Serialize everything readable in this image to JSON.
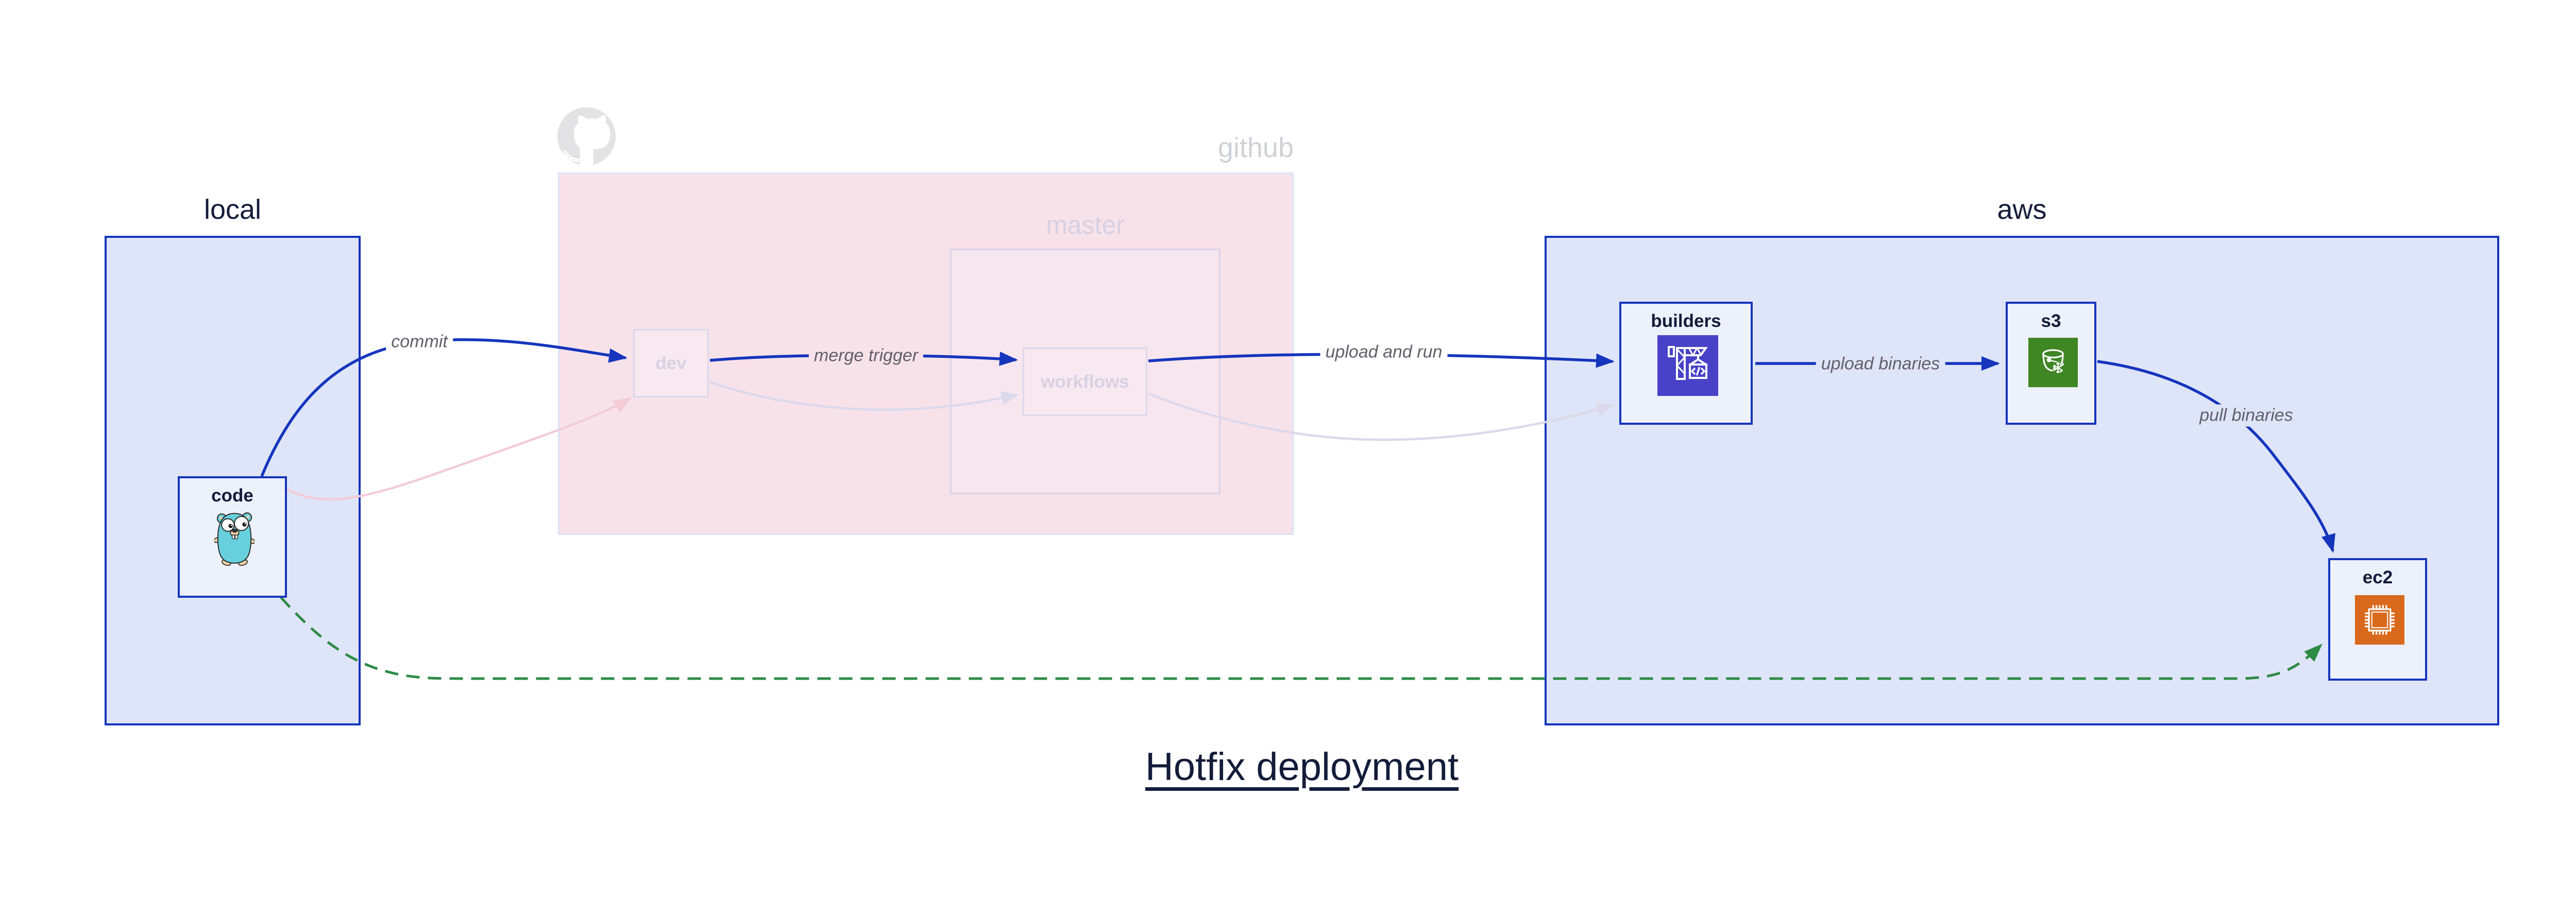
{
  "title": {
    "text": "Hotfix deployment"
  },
  "colors": {
    "navy": "#131c39",
    "edge_blue": "#1535bd",
    "container_fill": "#dfe5f8",
    "node_fill": "#edf1fb",
    "github_fill": "#f8e2e9",
    "github_border": "#dbe2f7",
    "master_fill": "#f8e6ee",
    "master_border": "#d9d3e9",
    "faded_node_fill": "#f8e9f0",
    "faded_node_border": "#ddd8ec",
    "faded_node_text": "#d7d1e3",
    "faded_label": "#d0d1d7",
    "master_label": "#d6d0e3",
    "octocat_gray": "#e3e3e5",
    "edge_label_gray": "#60606b",
    "edge_pink": "#f3ccd8",
    "edge_lavender": "#dcd9ec",
    "edge_green": "#2e8b46",
    "codebuild_bg": "#4842c8",
    "glacier_bg": "#3f8624",
    "ec2_bg": "#d9691c",
    "gopher_teal": "#67d0dc",
    "gopher_skin": "#f2d3a7"
  },
  "containers": {
    "local": {
      "label": "local"
    },
    "github": {
      "label": "github"
    },
    "master": {
      "label": "master"
    },
    "aws": {
      "label": "aws"
    }
  },
  "nodes": {
    "code": {
      "label": "code",
      "icon": "go-gopher-icon"
    },
    "dev": {
      "label": "dev"
    },
    "workflows": {
      "label": "workflows"
    },
    "builders": {
      "label": "builders",
      "icon": "aws-codebuild-icon"
    },
    "s3": {
      "label": "s3",
      "icon": "aws-s3-glacier-icon"
    },
    "ec2": {
      "label": "ec2",
      "icon": "aws-ec2-icon"
    }
  },
  "edges": {
    "commit": {
      "label": "commit",
      "from": "code",
      "to": "dev",
      "style": "solid-blue"
    },
    "code_to_dev_faded": {
      "label": "",
      "from": "code",
      "to": "dev",
      "style": "faded-pink"
    },
    "merge_trigger": {
      "label": "merge trigger",
      "from": "dev",
      "to": "workflows",
      "style": "solid-blue"
    },
    "dev_to_workflows_faded": {
      "label": "",
      "from": "dev",
      "to": "workflows",
      "style": "faded-lavender"
    },
    "upload_and_run": {
      "label": "upload and run",
      "from": "workflows",
      "to": "builders",
      "style": "solid-blue"
    },
    "workflows_to_builders_faded": {
      "label": "",
      "from": "workflows",
      "to": "builders",
      "style": "faded-lavender"
    },
    "upload_binaries": {
      "label": "upload binaries",
      "from": "builders",
      "to": "s3",
      "style": "solid-blue"
    },
    "pull_binaries": {
      "label": "pull binaries",
      "from": "s3",
      "to": "ec2",
      "style": "solid-blue"
    },
    "hotfix_path": {
      "label": "",
      "from": "code",
      "to": "ec2",
      "style": "dashed-green"
    }
  }
}
